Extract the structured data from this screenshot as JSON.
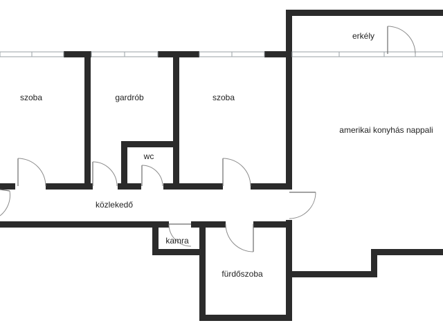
{
  "rooms": {
    "szoba_left": "szoba",
    "gardrob": "gardrób",
    "szoba_right": "szoba",
    "wc": "wc",
    "erkely": "erkély",
    "nappali": "amerikai konyhás nappali",
    "kozlekedo": "közlekedő",
    "kamra": "kamra",
    "furdoszoba": "fürdőszoba"
  },
  "colors": {
    "wall": "#2b2b2b",
    "window": "#9aa0a6",
    "background": "#ffffff"
  }
}
